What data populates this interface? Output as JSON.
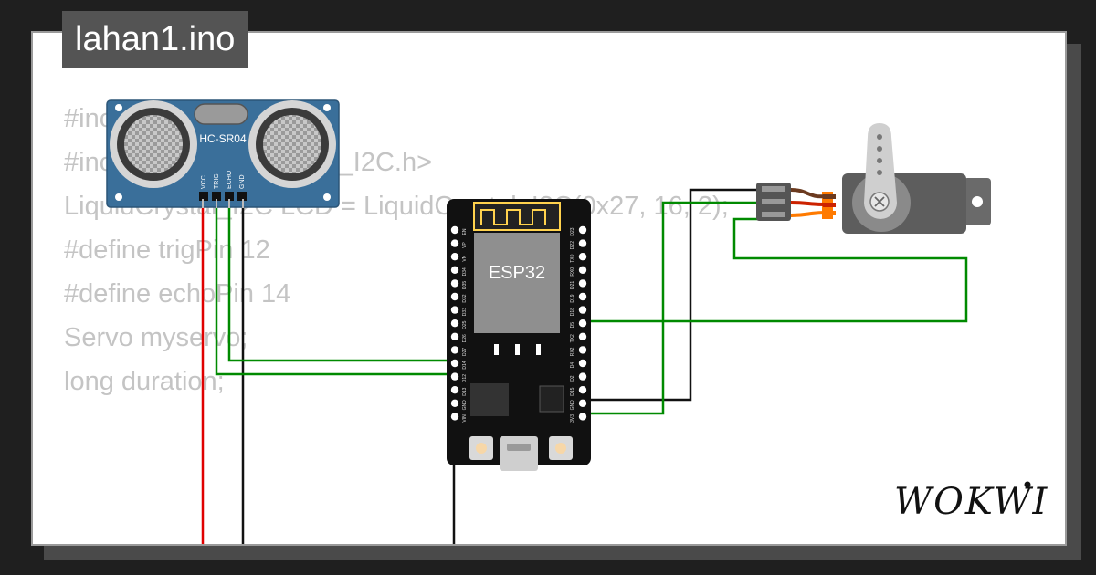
{
  "file": {
    "name": "lahan1.ino"
  },
  "code_lines": [
    "#include <Servo.h>",
    "#include <LiquidCrystal_I2C.h>",
    "",
    "LiquidCrystal_I2C LCD = LiquidCrystal_I2C(0x27, 16, 2);",
    "",
    "#define trigPin 12",
    "#define echoPin 14",
    "",
    "Servo myservo;",
    "long duration;"
  ],
  "sensor": {
    "label": "HC-SR04",
    "pins": [
      "VCC",
      "TRIG",
      "ECHO",
      "GND"
    ]
  },
  "board": {
    "label": "ESP32",
    "left_pins": [
      "EN",
      "VP",
      "VN",
      "D34",
      "D35",
      "D32",
      "D33",
      "D25",
      "D26",
      "D27",
      "D14",
      "D12",
      "D13",
      "GND",
      "VIN"
    ],
    "right_pins": [
      "D23",
      "D22",
      "TX0",
      "RX0",
      "D21",
      "D19",
      "D18",
      "D5",
      "TX2",
      "RX2",
      "D4",
      "D2",
      "D15",
      "GND",
      "3V3"
    ]
  },
  "brand": {
    "name": "WOKWI"
  },
  "colors": {
    "wire_green": "#008a00",
    "wire_red": "#e00000",
    "wire_black": "#111111",
    "board_body": "#111111",
    "chip": "#8f8f8f",
    "sensor_pcb": "#3a6f9a",
    "servo_body": "#5d5d5d",
    "servo_wire_orange": "#ff7a00",
    "servo_wire_red": "#cc2200",
    "servo_wire_brown": "#6b3a1f"
  }
}
